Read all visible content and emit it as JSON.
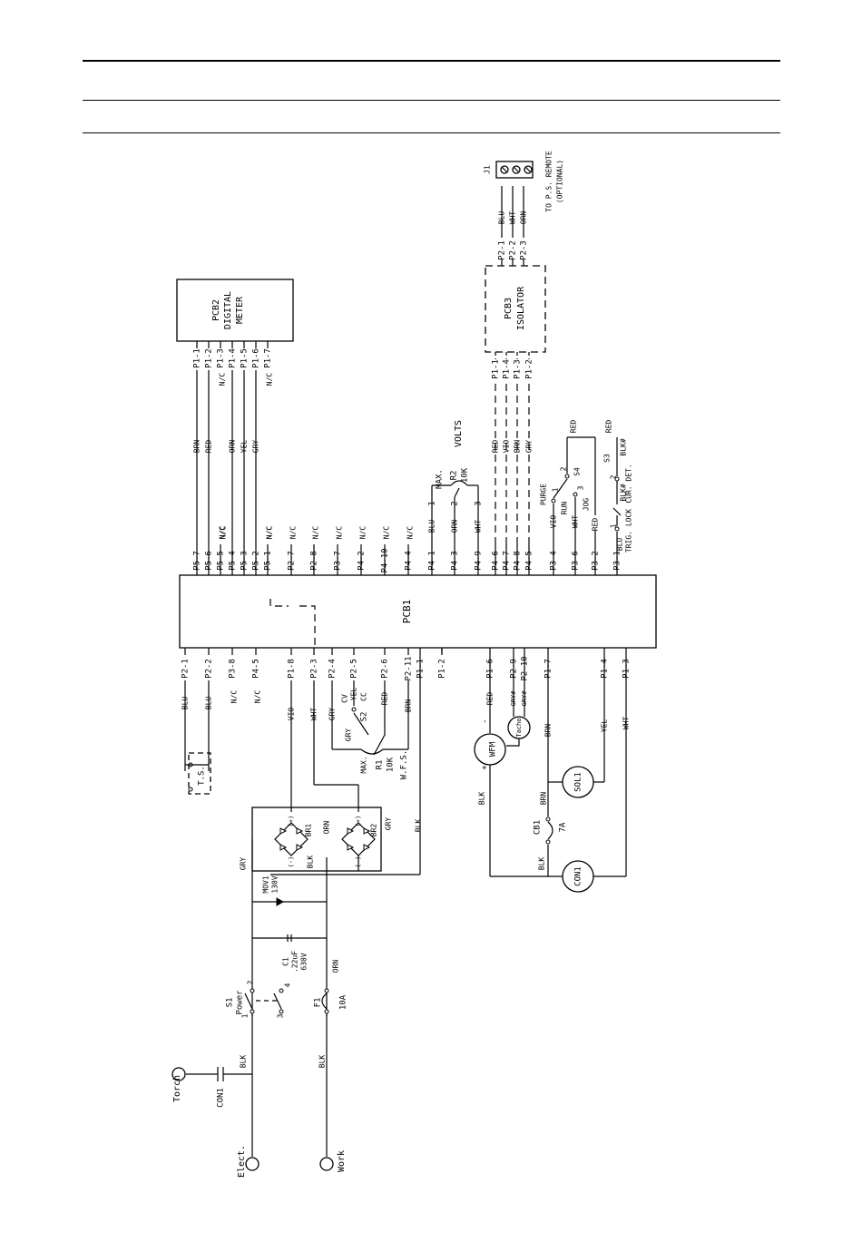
{
  "pcb1": {
    "name": "PCB1"
  },
  "pcb2": {
    "name": "PCB2",
    "subtitle": "DIGITAL",
    "subtitle2": "METER",
    "pins": [
      "P1-1",
      "P1-2",
      "P1-3",
      "P1-4",
      "P1-5",
      "P1-6",
      "P1-7"
    ],
    "wires": [
      "BRN",
      "RED",
      "N/C",
      "ORN",
      "YEL",
      "GRY",
      "N/C"
    ]
  },
  "pcb3": {
    "name": "PCB3",
    "subtitle": "ISOLATOR",
    "pins": [
      "P1-1",
      "P1-4",
      "P1-3",
      "P1-2"
    ],
    "wires": [
      "RED",
      "VIO",
      "BRN",
      "GRY"
    ],
    "out_pins": [
      "P2-1",
      "P2-2",
      "P2-3"
    ],
    "out_wires": [
      "BLU",
      "WHT",
      "ORN"
    ]
  },
  "j1": {
    "name": "J1",
    "note": "TO P.S. REMOTE",
    "note2": "(OPTIONAL)"
  },
  "top_pins": [
    "P5-7",
    "P5-6",
    "P5-5",
    "P5-4",
    "P5-3",
    "P5-2",
    "P5-1",
    "P2-7",
    "P2-8",
    "P3-7",
    "P4-2",
    "P4-10",
    "P4-4",
    "P4-1",
    "P4-3",
    "P4-9",
    "P4-6",
    "P4-7",
    "P4-8",
    "P4-5",
    "P3-4",
    "P3-6",
    "P3-2",
    "P3-1"
  ],
  "top_wires": [
    "BRN",
    "RED",
    "N/C",
    "ORN",
    "YEL",
    "GRY",
    "N/C",
    "N/C",
    "N/C",
    "N/C",
    "N/C",
    "N/C",
    "N/C",
    "BLU",
    "ORN",
    "WHT",
    "RED",
    "VIO",
    "BRN",
    "GRY",
    "VIO",
    "WHT",
    "RED",
    "BLU"
  ],
  "bottom_pins": [
    "P2-1",
    "P2-2",
    "P3-8",
    "P4-5",
    "P1-8",
    "P2-3",
    "P2-4",
    "P2-5",
    "P2-6",
    "P2-11",
    "P1-1",
    "P1-2",
    "P1-6",
    "P2-9",
    "P2-10",
    "P1-7",
    "P1-4",
    "P1-3"
  ],
  "bottom_wires": [
    "BLU",
    "BLU",
    "N/C",
    "N/C",
    "VIO",
    "WHT",
    "GRY",
    "YEL",
    "RED",
    "BRN",
    "",
    "",
    "RED",
    "GRY#",
    "GRY#",
    "BRN",
    "YEL",
    "WHT"
  ],
  "r2": {
    "name": "R2",
    "value": "10K",
    "label": "VOLTS",
    "max": "MAX.",
    "pins": [
      "1",
      "2",
      "3"
    ]
  },
  "r1": {
    "name": "R1",
    "value": "10K",
    "label": "W.F.S.",
    "max": "MAX."
  },
  "s2": {
    "name": "S2",
    "cv": "CV",
    "cc": "CC"
  },
  "s4": {
    "name": "S4",
    "purge": "PURGE",
    "run": "RUN",
    "jog": "JOG",
    "p1": "1",
    "p2": "2",
    "p3": "3"
  },
  "s3": {
    "name": "S3",
    "trig": "TRIG. LOCK",
    "cur": "CUR. DET.",
    "p1": "1",
    "p2": "2",
    "blk": "BLK#"
  },
  "ts": {
    "name": "T.S."
  },
  "wfm": {
    "name": "WFM",
    "plus": "+",
    "minus": "-"
  },
  "tacho": {
    "name": "Tacho"
  },
  "sol1": {
    "name": "SOL1"
  },
  "con1": {
    "name": "CON1"
  },
  "cb1": {
    "name": "CB1",
    "rating": "7A"
  },
  "br1": {
    "name": "BR1"
  },
  "br2": {
    "name": "BR2"
  },
  "mov1": {
    "name": "MOV1",
    "rating": "130V"
  },
  "c1": {
    "name": "C1",
    "value": ".22uF",
    "voltage": "630V"
  },
  "s1": {
    "name": "S1",
    "label": "Power",
    "p1": "1",
    "p2": "2",
    "p3": "3",
    "p4": "4"
  },
  "f1": {
    "name": "F1",
    "rating": "10A"
  },
  "terminals": {
    "torch": "Torch",
    "elect": "Elect.",
    "work": "Work",
    "con1": "CON1"
  },
  "misc": {
    "blk": "BLK",
    "gry": "GRY",
    "orn": "ORN",
    "brn": "BRN",
    "red": "RED",
    "blu": "BLU",
    "plus_sign": "(+)",
    "minus_sign": "(-)"
  }
}
